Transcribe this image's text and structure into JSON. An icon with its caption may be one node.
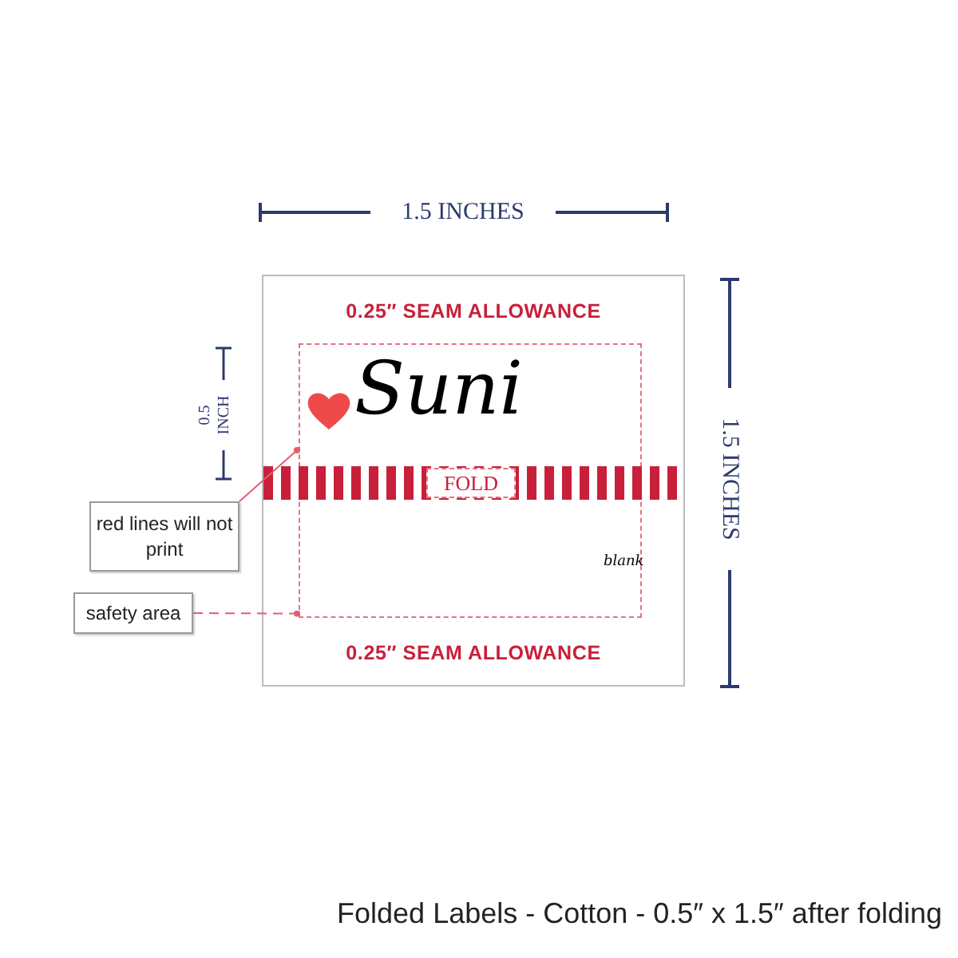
{
  "diagram": {
    "caption": "Folded Labels - Cotton - 0.5″ x 1.5″ after folding",
    "nodes": [
      {
        "text": [
          "0.25″ SEAM ALLOWANCE",
          "0.25″ SEAM ALLOWANCE"
        ]
      },
      {
        "text": [
          "Suni",
          "blank"
        ],
        "in": 0
      },
      {
        "text": [],
        "shape": "bar",
        "in": 0
      },
      {
        "text": [
          "FOLD"
        ],
        "in": 2
      },
      {
        "text": [
          "red lines will not print"
        ]
      },
      {
        "text": [
          "safety area"
        ]
      }
    ],
    "edges": [
      {
        "from": 4,
        "to": 1,
        "arrow": "other"
      },
      {
        "from": 5,
        "to": 1,
        "arrow": "other",
        "style": "dashed"
      }
    ],
    "labels": [
      "1.5 INCHES",
      "1.5 INCHES",
      "0.5 INCH"
    ]
  }
}
